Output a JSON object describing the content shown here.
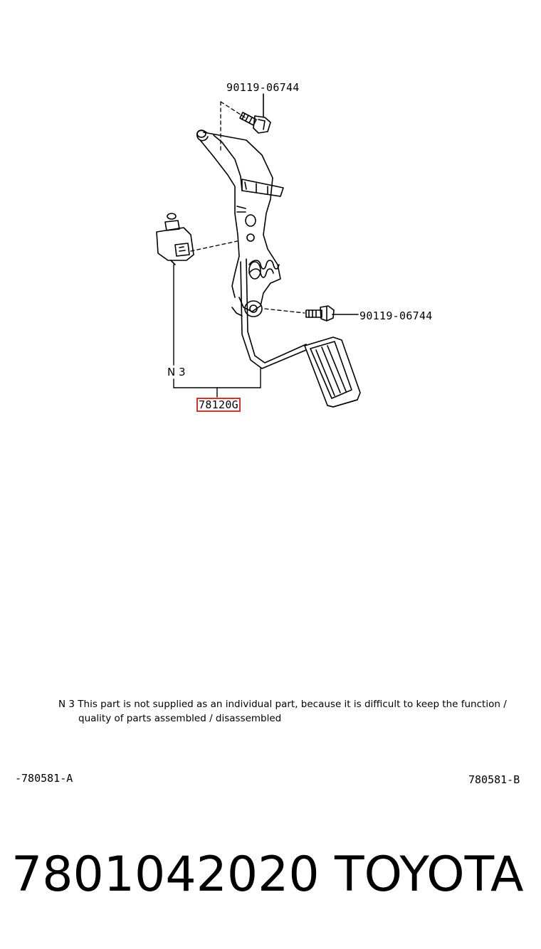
{
  "diagram": {
    "callouts": {
      "bolt_top": "90119-06744",
      "bolt_right": "90119-06744",
      "assembly": "78120G",
      "note_marker": "N 3"
    },
    "highlight_color": "#d8322b"
  },
  "note": {
    "marker": "N 3",
    "line1": "This part is not supplied as an individual part, because it is difficult to keep the function /",
    "line2": "quality of parts assembled / disassembled"
  },
  "figure_refs": {
    "left": "-780581-A",
    "right": "780581-B"
  },
  "footer": {
    "part_number": "7801042020",
    "brand": "TOYOTA"
  }
}
